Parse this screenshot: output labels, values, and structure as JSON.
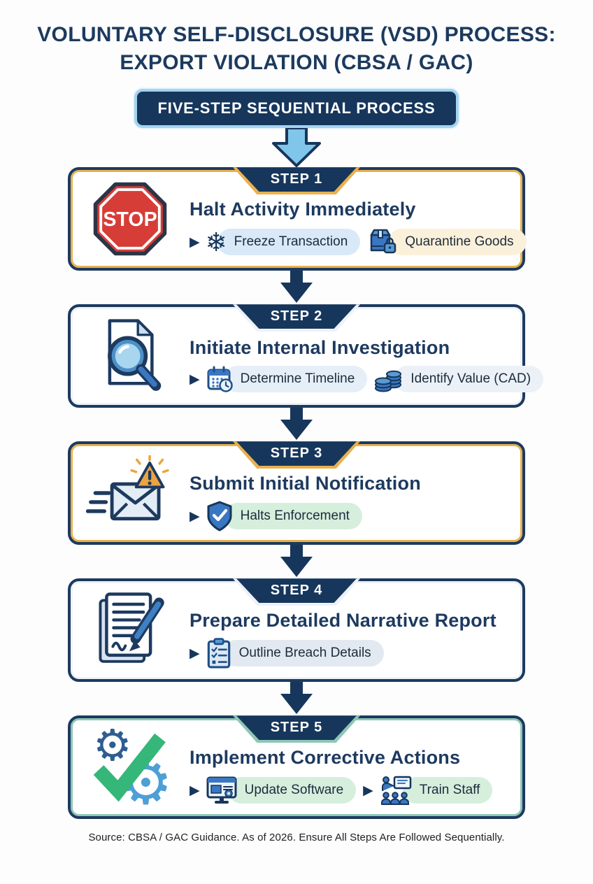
{
  "title": {
    "line1": "VOLUNTARY SELF-DISCLOSURE (VSD) PROCESS:",
    "line2": "EXPORT VIOLATION (CBSA / GAC)"
  },
  "banner": {
    "label": "FIVE-STEP SEQUENTIAL PROCESS"
  },
  "icons": {
    "marker": "▶",
    "snowflake": "❄",
    "gear": "⚙"
  },
  "steps": [
    {
      "tab_label": "STEP 1",
      "title": "Halt Activity Immediately",
      "icon": "stop-sign-icon",
      "icon_text": "STOP",
      "items": [
        {
          "icon": "snowflake-icon",
          "label": "Freeze Transaction",
          "bg": "#d9e9f8"
        },
        {
          "icon": "package-lock-icon",
          "label": "Quarantine Goods",
          "bg": "#fbf1da"
        }
      ]
    },
    {
      "tab_label": "STEP 2",
      "title": "Initiate Internal Investigation",
      "icon": "document-magnifier-icon",
      "items": [
        {
          "icon": "calendar-clock-icon",
          "label": "Determine Timeline",
          "bg": "#e6eff8"
        },
        {
          "icon": "coins-icon",
          "label": "Identify Value (CAD)",
          "bg": "#ebf1f7"
        }
      ]
    },
    {
      "tab_label": "STEP 3",
      "title": "Submit Initial Notification",
      "icon": "envelope-warning-icon",
      "items": [
        {
          "icon": "shield-check-icon",
          "label": "Halts Enforcement",
          "bg": "#d6efdd"
        }
      ]
    },
    {
      "tab_label": "STEP 4",
      "title": "Prepare Detailed Narrative Report",
      "icon": "report-pen-icon",
      "items": [
        {
          "icon": "clipboard-checklist-icon",
          "label": "Outline Breach Details",
          "bg": "#e2e9f1"
        }
      ]
    },
    {
      "tab_label": "STEP 5",
      "title": "Implement Corrective Actions",
      "icon": "gears-check-icon",
      "items": [
        {
          "icon": "software-monitor-icon",
          "label": "Update Software",
          "bg": "#d6efdd"
        },
        {
          "icon": "train-staff-icon",
          "label": "Train Staff",
          "bg": "#d6efdd"
        }
      ]
    }
  ],
  "footer": {
    "text": "Source: CBSA / GAC Guidance. As of 2026. Ensure All Steps Are Followed Sequentially."
  },
  "colors": {
    "navy": "#16365c",
    "card_border": "#1d3a5f",
    "gold_accent": "#e9b14d",
    "green_accent": "#8fc7b5",
    "arrow_blue": "#7fc6ea",
    "arrow_navy": "#16365c",
    "stop_red": "#d63d37",
    "check_green": "#34b778",
    "warning_orange": "#eca43f"
  }
}
